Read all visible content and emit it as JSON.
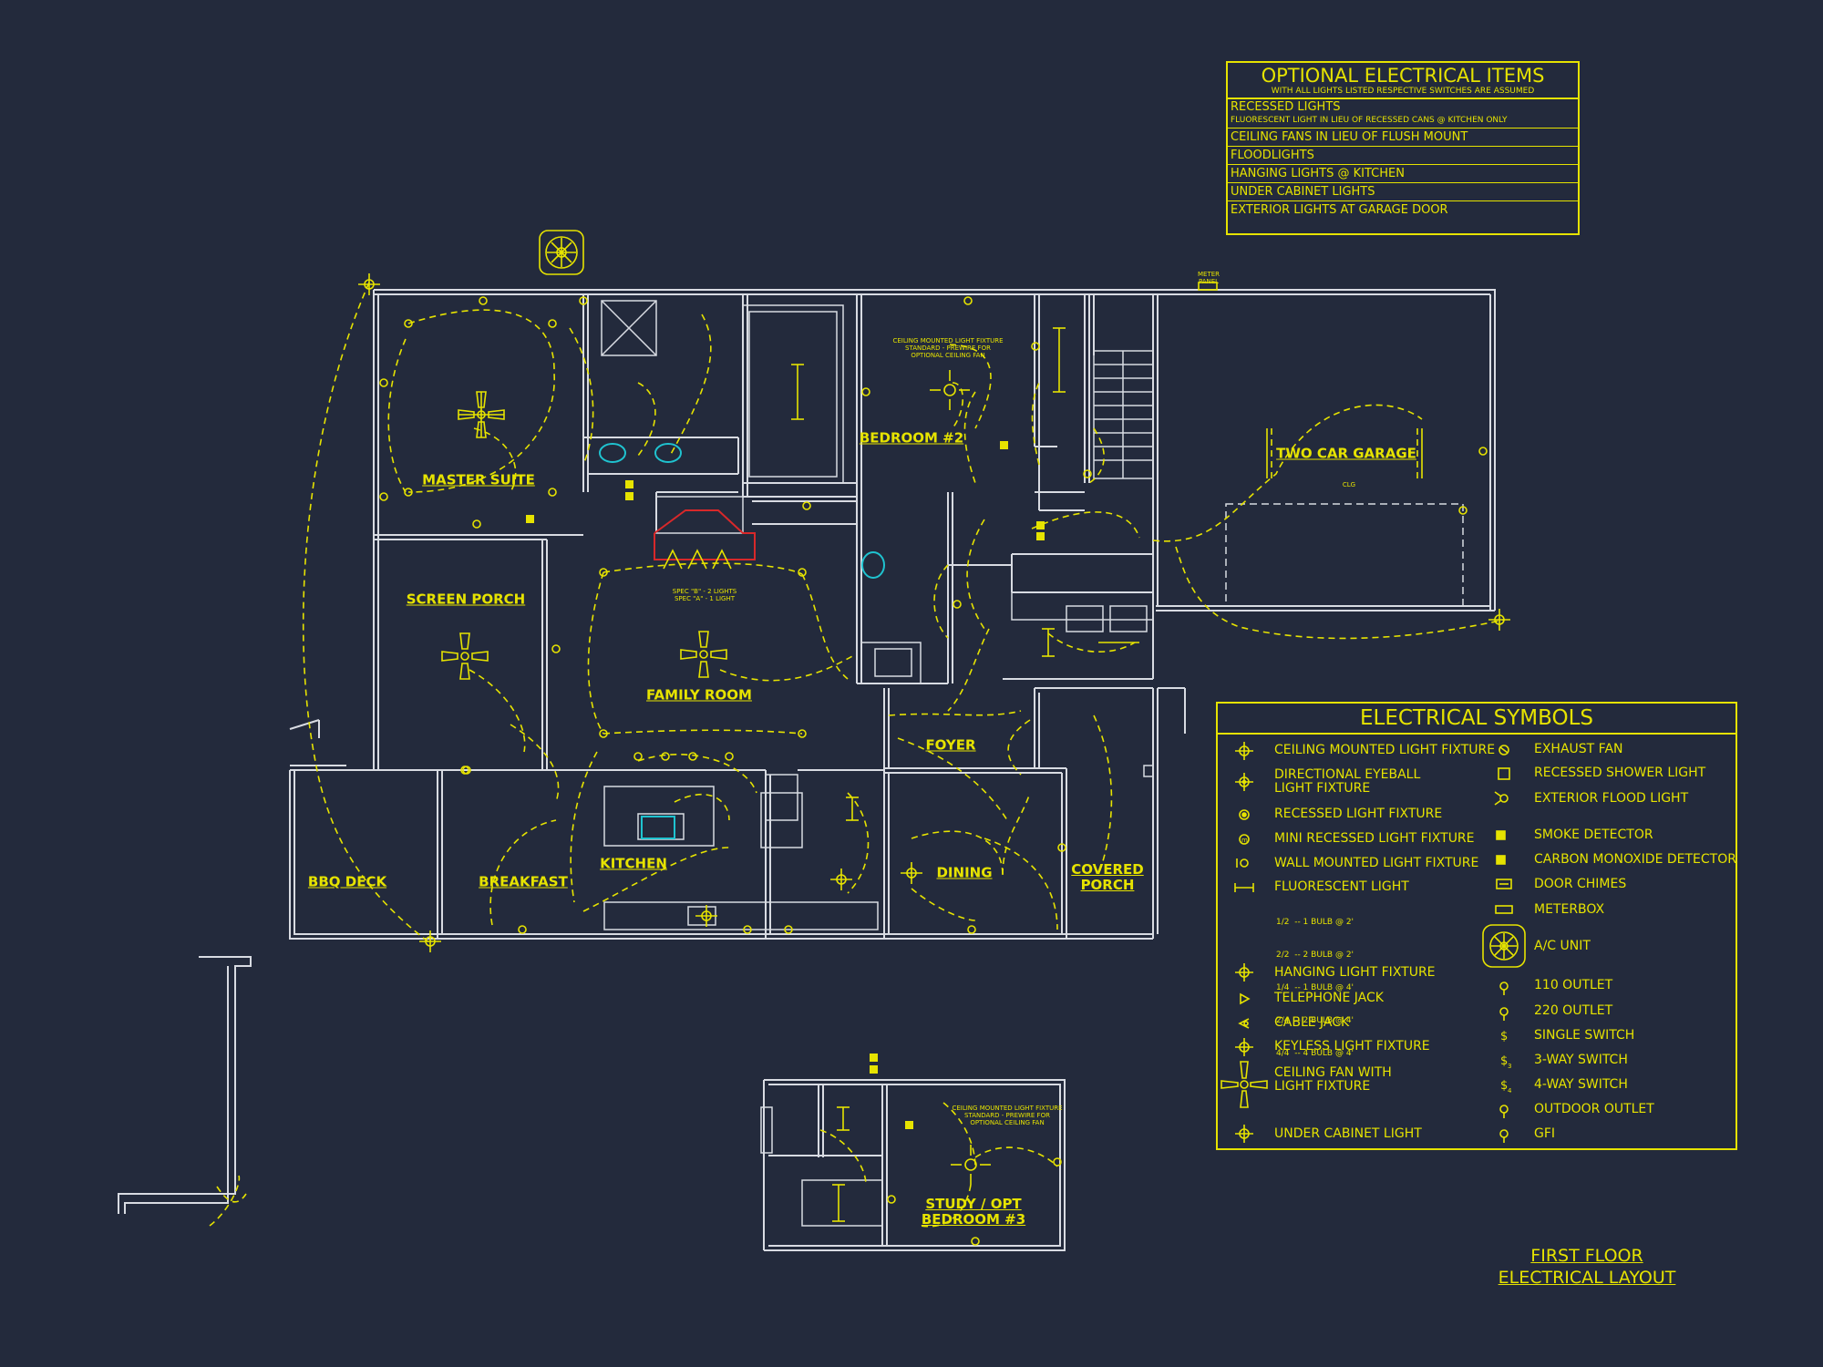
{
  "optional_items": {
    "title": "OPTIONAL ELECTRICAL ITEMS",
    "subtitle": "WITH ALL LIGHTS LISTED RESPECTIVE SWITCHES ARE ASSUMED",
    "rows": [
      {
        "label": "RECESSED LIGHTS",
        "sub": "FLUORESCENT LIGHT IN LIEU OF RECESSED CANS @ KITCHEN ONLY"
      },
      {
        "label": "CEILING FANS IN LIEU OF FLUSH MOUNT"
      },
      {
        "label": "FLOODLIGHTS"
      },
      {
        "label": "HANGING LIGHTS @ KITCHEN"
      },
      {
        "label": "UNDER CABINET LIGHTS"
      },
      {
        "label": "EXTERIOR LIGHTS AT GARAGE DOOR"
      }
    ]
  },
  "legend": {
    "title": "ELECTRICAL SYMBOLS",
    "left": [
      {
        "icon": "ceiling-light-icon",
        "label": "CEILING MOUNTED LIGHT FIXTURE"
      },
      {
        "icon": "eyeball-light-icon",
        "label": "DIRECTIONAL EYEBALL\nLIGHT FIXTURE"
      },
      {
        "icon": "recessed-light-icon",
        "label": "RECESSED LIGHT FIXTURE"
      },
      {
        "icon": "mini-recessed-light-icon",
        "label": "MINI RECESSED LIGHT FIXTURE"
      },
      {
        "icon": "wall-light-icon",
        "label": "WALL MOUNTED LIGHT FIXTURE"
      },
      {
        "icon": "fluorescent-light-icon",
        "label": "FLUORESCENT LIGHT"
      },
      {
        "icon": "hanging-light-icon",
        "label": "HANGING LIGHT FIXTURE"
      },
      {
        "icon": "telephone-jack-icon",
        "label": "TELEPHONE JACK"
      },
      {
        "icon": "cable-jack-icon",
        "label": "CABLE JACK"
      },
      {
        "icon": "keyless-light-icon",
        "label": "KEYLESS LIGHT FIXTURE"
      },
      {
        "icon": "ceiling-fan-icon",
        "label": "CEILING FAN WITH\nLIGHT FIXTURE"
      },
      {
        "icon": "under-cabinet-light-icon",
        "label": "UNDER CABINET LIGHT"
      }
    ],
    "fluorescent_notes": [
      "1/2  -- 1 BULB @ 2'",
      "2/2  -- 2 BULB @ 2'",
      "1/4  -- 1 BULB @ 4'",
      "2/4  -- 2 BULB @ 4'",
      "4/4  -- 4 BULB @ 4'"
    ],
    "right": [
      {
        "icon": "exhaust-fan-icon",
        "label": "EXHAUST FAN"
      },
      {
        "icon": "recessed-shower-light-icon",
        "label": "RECESSED SHOWER LIGHT"
      },
      {
        "icon": "flood-light-icon",
        "label": "EXTERIOR FLOOD LIGHT"
      },
      {
        "icon": "smoke-detector-icon",
        "label": "SMOKE DETECTOR"
      },
      {
        "icon": "co-detector-icon",
        "label": "CARBON MONOXIDE DETECTOR"
      },
      {
        "icon": "door-chimes-icon",
        "label": "DOOR CHIMES"
      },
      {
        "icon": "meterbox-icon",
        "label": "METERBOX"
      },
      {
        "icon": "ac-unit-icon",
        "label": "A/C UNIT"
      },
      {
        "icon": "outlet-110-icon",
        "label": "110 OUTLET"
      },
      {
        "icon": "outlet-220-icon",
        "label": "220 OUTLET"
      },
      {
        "icon": "single-switch-icon",
        "label": "SINGLE SWITCH"
      },
      {
        "icon": "three-way-switch-icon",
        "label": "3-WAY SWITCH"
      },
      {
        "icon": "four-way-switch-icon",
        "label": "4-WAY SWITCH"
      },
      {
        "icon": "outdoor-outlet-icon",
        "label": "OUTDOOR OUTLET"
      },
      {
        "icon": "gfi-icon",
        "label": "GFI"
      }
    ]
  },
  "rooms": {
    "master_suite": "MASTER SUITE",
    "screen_porch": "SCREEN PORCH",
    "family_room": "FAMILY ROOM",
    "bedroom2": "BEDROOM #2",
    "two_car_garage": "TWO CAR GARAGE",
    "foyer": "FOYER",
    "bbq_deck": "BBQ DECK",
    "breakfast": "BREAKFAST",
    "kitchen": "KITCHEN",
    "dining": "DINING",
    "covered_porch": "COVERED\nPORCH",
    "study": "STUDY / OPT\nBEDROOM #3"
  },
  "notes": {
    "bedroom2_fixture": "CEILING MOUNTED LIGHT FIXTURE\nSTANDARD - PREWIRE FOR\nOPTIONAL CEILING FAN",
    "study_fixture": "CEILING MOUNTED LIGHT FIXTURE\nSTANDARD - PREWIRE FOR\nOPTIONAL CEILING FAN",
    "fireplace_spec": "SPEC \"B\" - 2 LIGHTS\nSPEC \"A\" - 1 LIGHT",
    "meter_panel": "METER\nPANEL",
    "clg": "CLG"
  },
  "sheet_title": {
    "line1": "FIRST FLOOR",
    "line2": "ELECTRICAL LAYOUT"
  },
  "colors": {
    "background": "#232a3c",
    "symbols": "#e6e300",
    "walls": "#d8dbe2",
    "fixtures": "#1fc3d0",
    "fireplace": "#d8282a"
  }
}
